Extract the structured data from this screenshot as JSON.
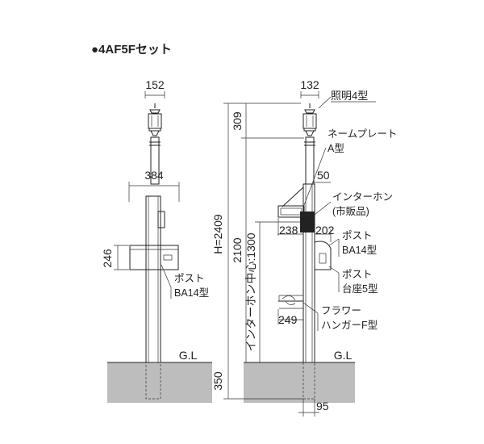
{
  "title": "●4AF5Fセット",
  "front": {
    "dim_top_width": "152",
    "dim_width": "384",
    "dim_height_post": "246",
    "label_post": [
      "ポスト",
      "BA14型"
    ],
    "ground": "G.L"
  },
  "side": {
    "dim_top_width": "132",
    "dim_top_height": "309",
    "dim_total_height": "H=2409",
    "dim_2100": "2100",
    "dim_intercom_center": "インターホン中心:1300",
    "dim_50": "50",
    "dim_238": "238",
    "dim_202": "202",
    "dim_249": "249",
    "dim_350": "350",
    "dim_95": "95",
    "ground": "G.L",
    "label_light": "照明4型",
    "label_nameplate": [
      "ネームプレート",
      "A型"
    ],
    "label_intercom": [
      "インターホン",
      "(市販品)"
    ],
    "label_post": [
      "ポスト",
      "BA14型"
    ],
    "label_post_base": [
      "ポスト",
      "台座5型"
    ],
    "label_flower": [
      "フラワー",
      "ハンガーF型"
    ]
  },
  "colors": {
    "ground": "#bdbdbd",
    "line": "#222222"
  }
}
